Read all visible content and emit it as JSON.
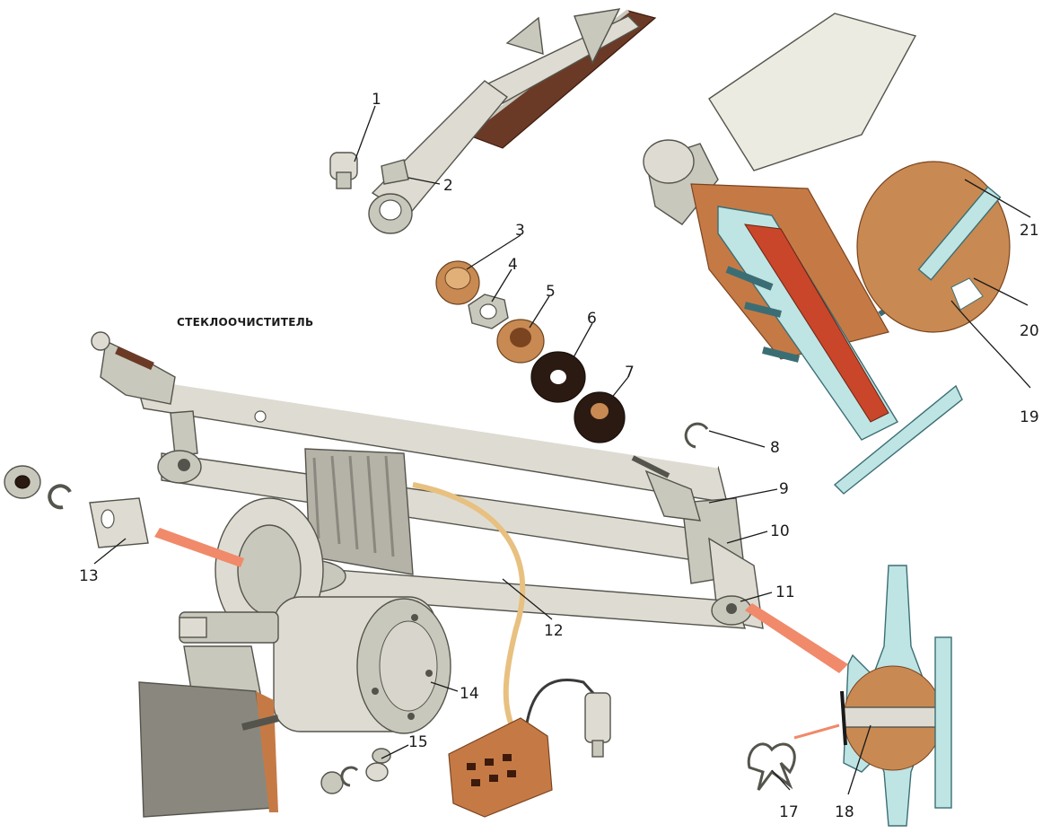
{
  "title": "СТЕКЛООЧИСТИТЕЛЬ",
  "part_numbers": [
    "1",
    "2",
    "3",
    "4",
    "5",
    "6",
    "7",
    "8",
    "9",
    "10",
    "11",
    "12",
    "13",
    "14",
    "15",
    "17",
    "18",
    "19",
    "20",
    "21"
  ],
  "colors": {
    "metal": "#c9c8bd",
    "rubber": "#8a3b1c",
    "copper": "#c88a52",
    "section_cyan": "#bfe4e4",
    "pointer": "#f08a6a",
    "ink": "#1a1a1a"
  }
}
